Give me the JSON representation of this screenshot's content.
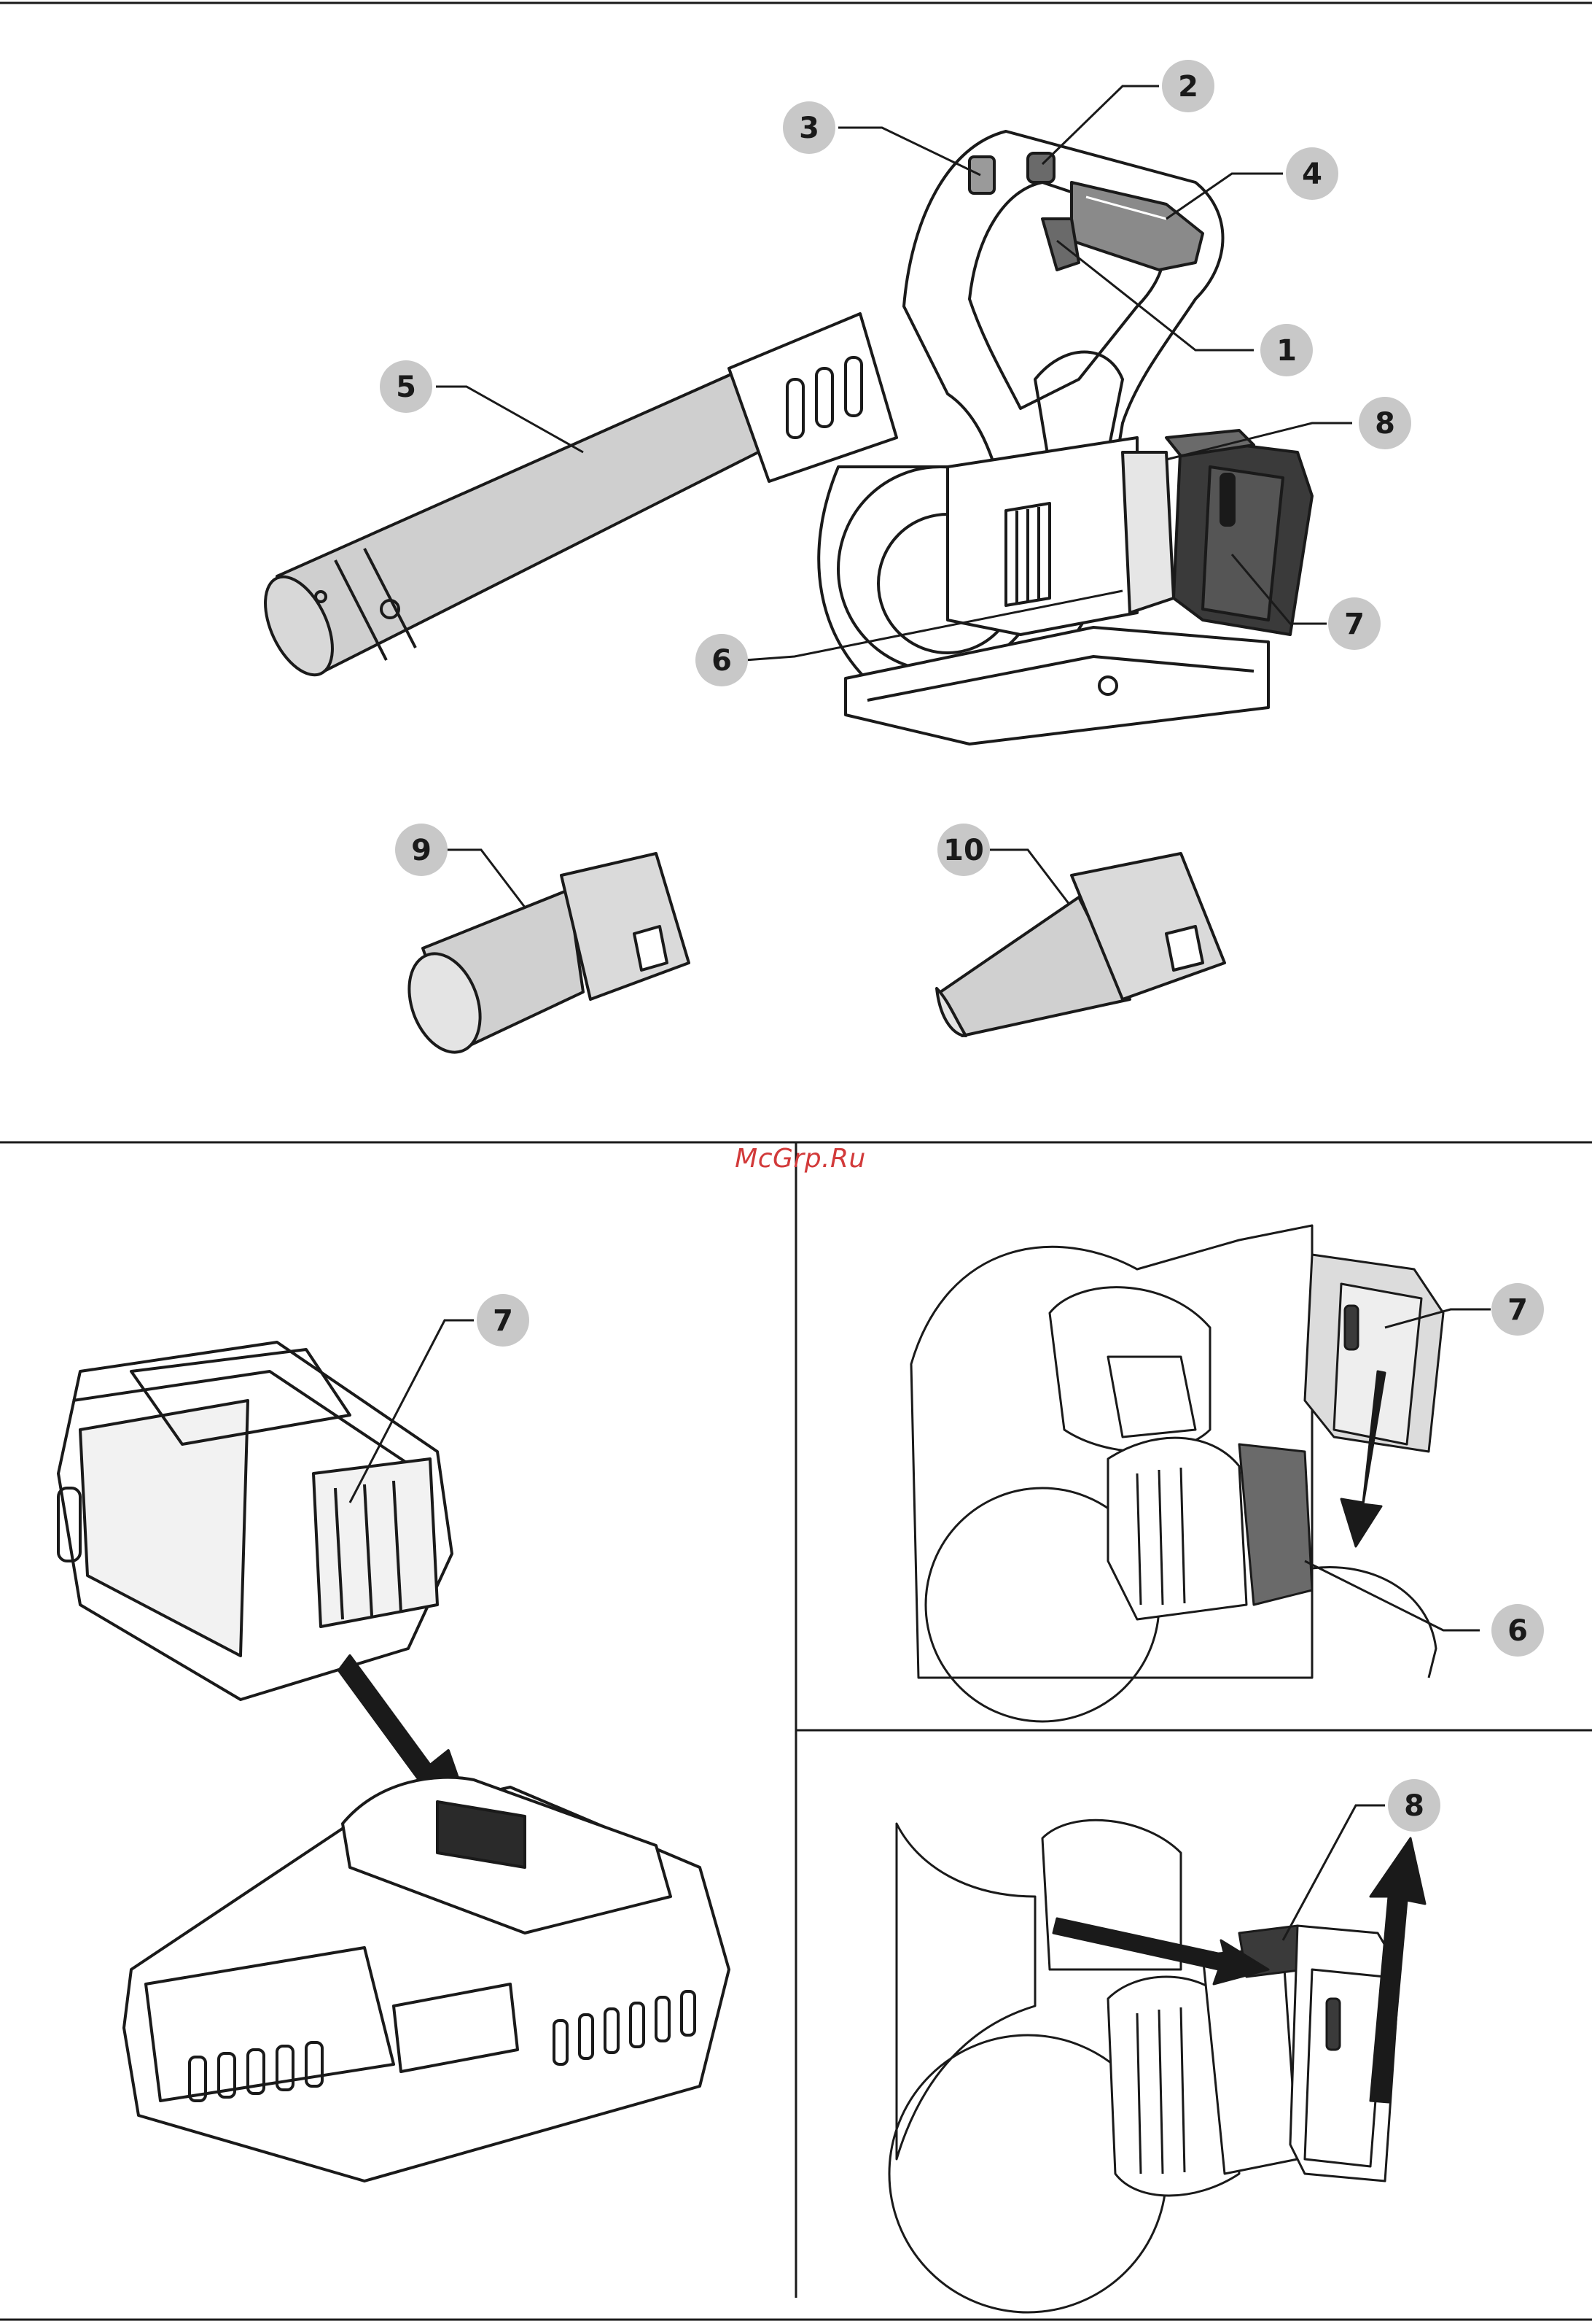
{
  "watermark": "McGrp.Ru",
  "callouts": {
    "c1": "1",
    "c2": "2",
    "c3": "3",
    "c4": "4",
    "c5": "5",
    "c6": "6",
    "c7": "7",
    "c8": "8",
    "c9": "9",
    "c10": "10",
    "c7_charger": "7",
    "c7_install": "7",
    "c6_install": "6",
    "c8_remove": "8"
  },
  "colors": {
    "callout_fill": "#c8c8c8",
    "line": "#1a1a1a",
    "tube_gray": "#cfcfcf",
    "battery_dark": "#3a3a3a",
    "watermark": "#d23a3a"
  }
}
